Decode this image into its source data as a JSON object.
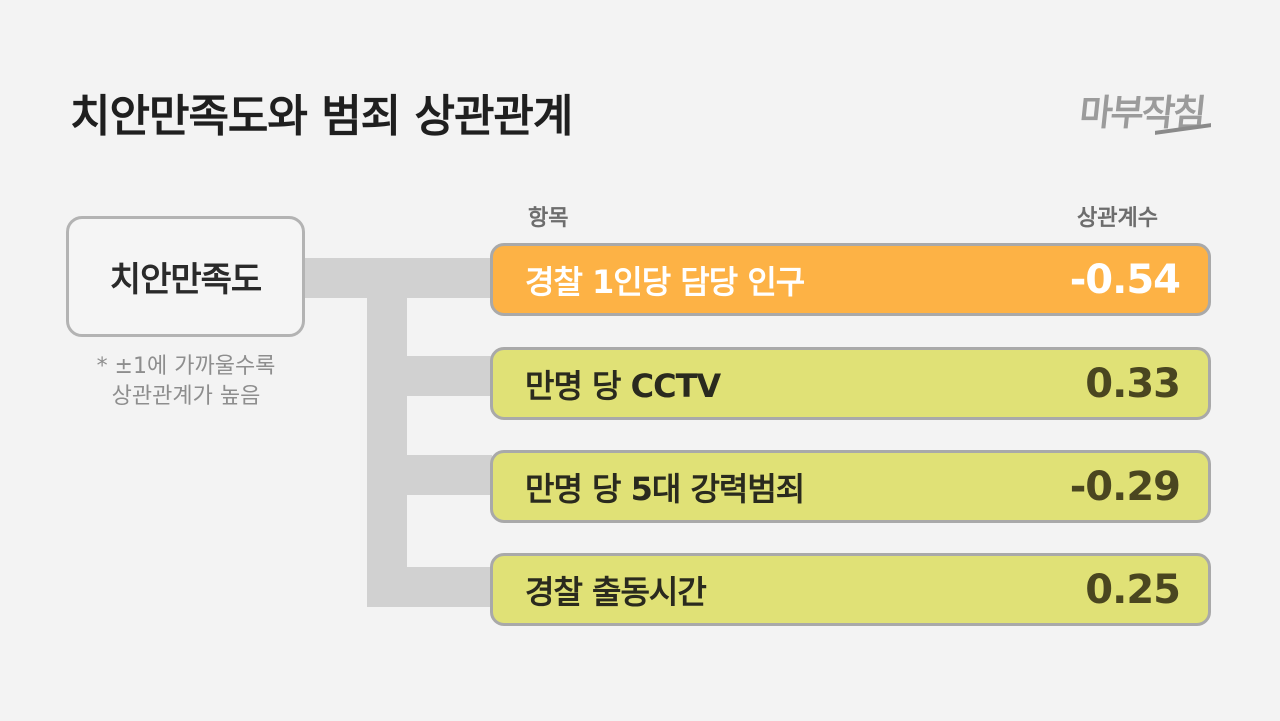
{
  "title": "치안만족도와 범죄 상관관계",
  "logo": "마부작침",
  "source_node": {
    "label": "치안만족도"
  },
  "note": {
    "line1": "* ±1에 가까울수록",
    "line2": "상관관계가 높음"
  },
  "columns": {
    "item_header": "항목",
    "coef_header": "상관계수"
  },
  "rows": [
    {
      "label": "경찰 1인당 담당 인구",
      "value": "-0.54",
      "highlight": true
    },
    {
      "label": "만명 당 CCTV",
      "value": "0.33",
      "highlight": false
    },
    {
      "label": "만명 당 5대 강력범죄",
      "value": "-0.29",
      "highlight": false
    },
    {
      "label": "경찰 출동시간",
      "value": "0.25",
      "highlight": false
    }
  ],
  "colors": {
    "background": "#f3f3f3",
    "highlight_row": "#fdb245",
    "normal_row": "#e0e176",
    "connector": "#d1d1d1",
    "border": "#a9a9a9"
  }
}
